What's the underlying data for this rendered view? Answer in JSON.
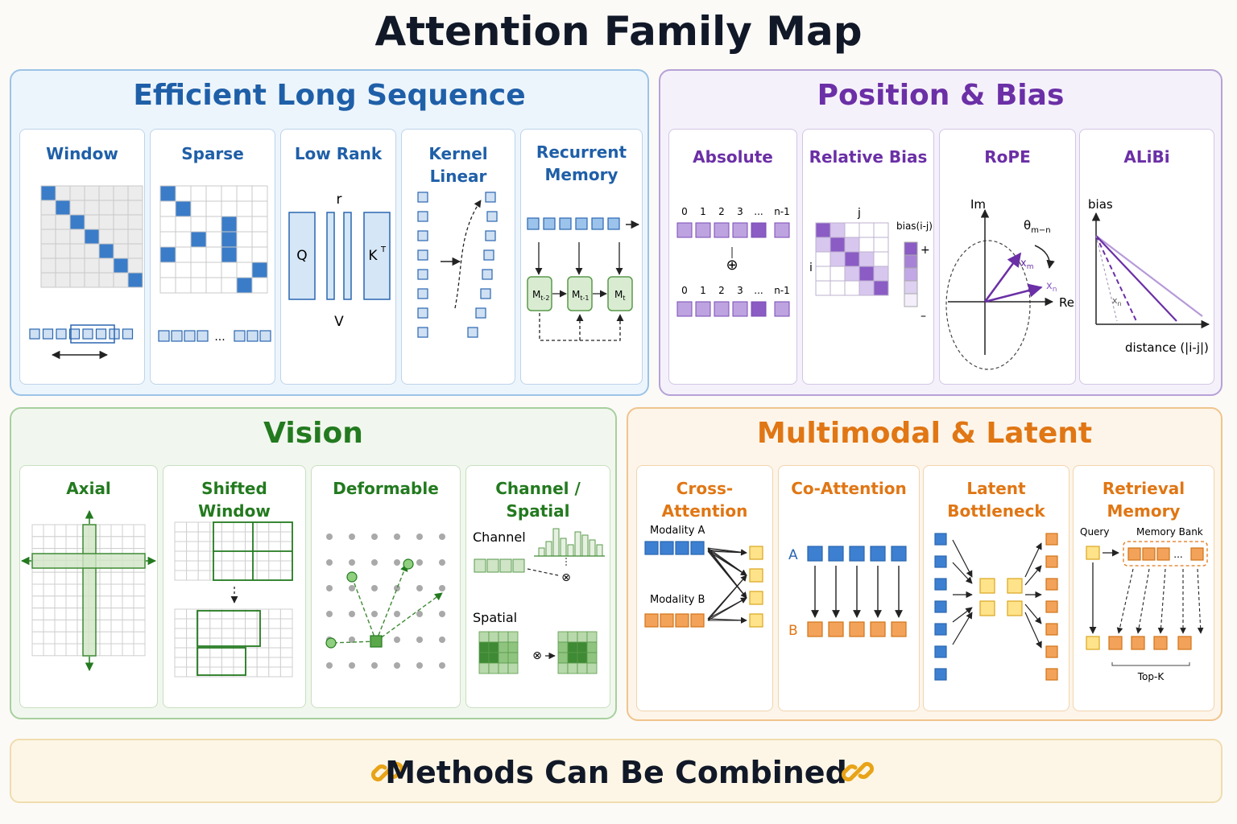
{
  "title": "Attention Family Map",
  "colors": {
    "blue": "#1f5fa8",
    "purple": "#6b2fa6",
    "green": "#237a1f",
    "orange": "#e07614"
  },
  "groups": {
    "efficient": {
      "title": "Efficient Long Sequence",
      "cards": [
        {
          "title": "Window"
        },
        {
          "title": "Sparse",
          "ellipsis": "..."
        },
        {
          "title": "Low Rank",
          "q": "Q",
          "kt": "K",
          "kt_sup": "T",
          "r": "r",
          "v": "V"
        },
        {
          "title": "Kernel Linear"
        },
        {
          "title": "Recurrent Memory",
          "m_prev2": "M",
          "m_prev2_sub": "t-2",
          "m_prev": "M",
          "m_prev_sub": "t-1",
          "m_curr": "M",
          "m_curr_sub": "t"
        }
      ]
    },
    "position": {
      "title": "Position & Bias",
      "cards": [
        {
          "title": "Absolute",
          "indices": [
            "0",
            "1",
            "2",
            "3",
            "...",
            "n-1"
          ],
          "plus": "⊕"
        },
        {
          "title": "Relative Bias",
          "j": "j",
          "i": "i",
          "bias_label": "bias(i-j)",
          "plus": "+",
          "minus": "–"
        },
        {
          "title": "RoPE",
          "im": "Im",
          "re": "Re",
          "theta": "θ",
          "theta_sub": "m−n",
          "xm": "x",
          "xm_sub": "m",
          "xn": "x",
          "xn_sub": "n"
        },
        {
          "title": "ALiBi",
          "bias": "bias",
          "distance": "distance (|i-j|)",
          "xn": "x",
          "xn_sub": "n"
        }
      ]
    },
    "vision": {
      "title": "Vision",
      "cards": [
        {
          "title": "Axial"
        },
        {
          "title": "Shifted Window"
        },
        {
          "title": "Deformable"
        },
        {
          "title": "Channel / Spatial",
          "channel": "Channel",
          "spatial": "Spatial",
          "otimes": "⊗"
        }
      ]
    },
    "multimodal": {
      "title": "Multimodal & Latent",
      "cards": [
        {
          "title": "Cross-Attention",
          "mod_a": "Modality A",
          "mod_b": "Modality B"
        },
        {
          "title": "Co-Attention",
          "a": "A",
          "b": "B"
        },
        {
          "title": "Latent Bottleneck"
        },
        {
          "title": "Retrieval Memory",
          "query": "Query",
          "memory_bank": "Memory Bank",
          "ellipsis": "...",
          "topk": "Top-K"
        }
      ]
    }
  },
  "footer": {
    "text": "Methods Can Be Combined",
    "icon": "chain-link-icon"
  }
}
